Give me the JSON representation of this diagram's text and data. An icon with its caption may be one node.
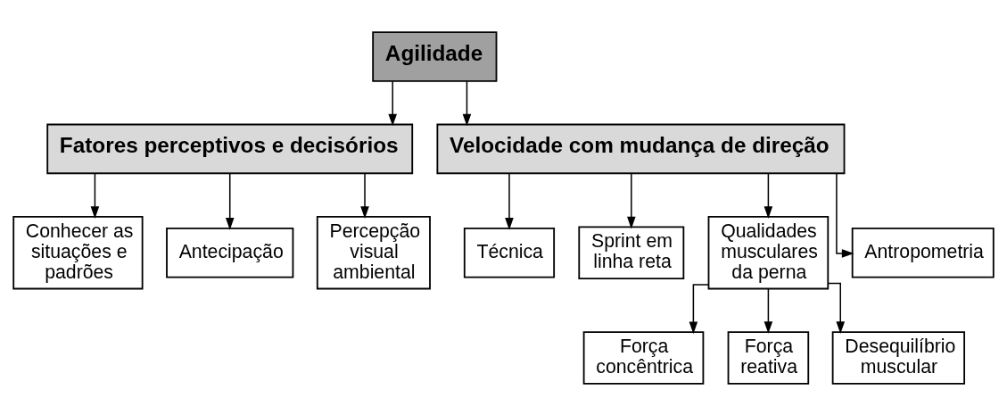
{
  "diagram": {
    "nodes": [
      {
        "text": [
          "Agilidade"
        ]
      },
      {
        "text": [
          "Fatores perceptivos e decisórios"
        ]
      },
      {
        "text": [
          "Velocidade com mudança de direção"
        ]
      },
      {
        "text": [
          "Conhecer as situações e padrões"
        ]
      },
      {
        "text": [
          "Antecipação"
        ]
      },
      {
        "text": [
          "Percepção visual ambiental"
        ]
      },
      {
        "text": [
          "Técnica"
        ]
      },
      {
        "text": [
          "Sprint em linha reta"
        ]
      },
      {
        "text": [
          "Qualidades musculares da perna"
        ]
      },
      {
        "text": [
          "Antropometria"
        ]
      },
      {
        "text": [
          "Força concêntrica"
        ]
      },
      {
        "text": [
          "Força reativa"
        ]
      },
      {
        "text": [
          "Desequilíbrio muscular"
        ]
      }
    ],
    "edges": [
      {
        "from": 0,
        "to": 1,
        "arrow": "to"
      },
      {
        "from": 0,
        "to": 2,
        "arrow": "to"
      },
      {
        "from": 1,
        "to": 3,
        "arrow": "to"
      },
      {
        "from": 1,
        "to": 4,
        "arrow": "to"
      },
      {
        "from": 1,
        "to": 5,
        "arrow": "to"
      },
      {
        "from": 2,
        "to": 6,
        "arrow": "to"
      },
      {
        "from": 2,
        "to": 7,
        "arrow": "to"
      },
      {
        "from": 2,
        "to": 8,
        "arrow": "to"
      },
      {
        "from": 2,
        "to": 9,
        "arrow": "to"
      },
      {
        "from": 8,
        "to": 10,
        "arrow": "to"
      },
      {
        "from": 8,
        "to": 11,
        "arrow": "to"
      },
      {
        "from": 8,
        "to": 12,
        "arrow": "to"
      }
    ]
  }
}
